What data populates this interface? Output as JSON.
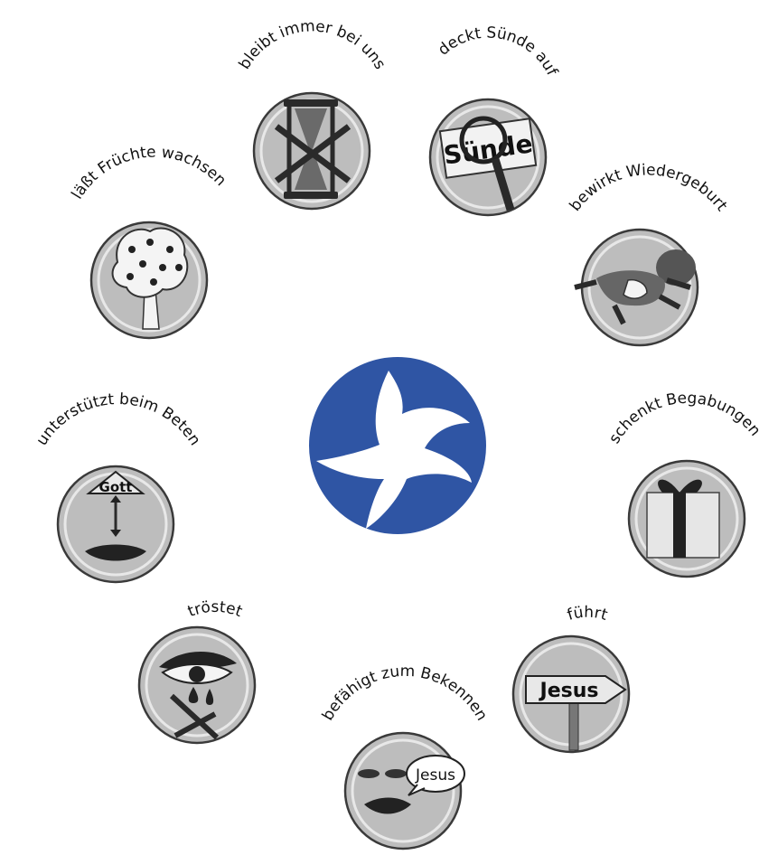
{
  "nodes": [
    {
      "id": "bleibt",
      "label": "bleibt immer bei uns",
      "icon": "crossed-hourglass-icon"
    },
    {
      "id": "deckt",
      "label": "deckt Sünde auf",
      "icon": "magnifier-icon",
      "sign_text": "Sünde"
    },
    {
      "id": "bewirkt",
      "label": "bewirkt Wiedergeburt",
      "icon": "baby-icon"
    },
    {
      "id": "schenkt",
      "label": "schenkt Begabungen",
      "icon": "gift-icon"
    },
    {
      "id": "fuehrt",
      "label": "führt",
      "icon": "signpost-icon",
      "sign_text": "Jesus"
    },
    {
      "id": "befaehigt",
      "label": "befähigt zum Bekennen",
      "icon": "speaking-face-icon",
      "bubble_text": "Jesus"
    },
    {
      "id": "troestet",
      "label": "tröstet",
      "icon": "crying-eye-icon"
    },
    {
      "id": "unterstuetzt",
      "label": "unterstützt beim Beten",
      "icon": "prayer-icon",
      "sign_text": "Gott"
    },
    {
      "id": "laesst",
      "label": "läßt Früchte wachsen",
      "icon": "fruit-tree-icon"
    }
  ],
  "center": {
    "icon": "dove-icon",
    "color": "#2f55a4"
  },
  "colors": {
    "badge": "#bdbdbd",
    "arrow": "#cfcfcf",
    "outline": "#3a3a3a"
  }
}
